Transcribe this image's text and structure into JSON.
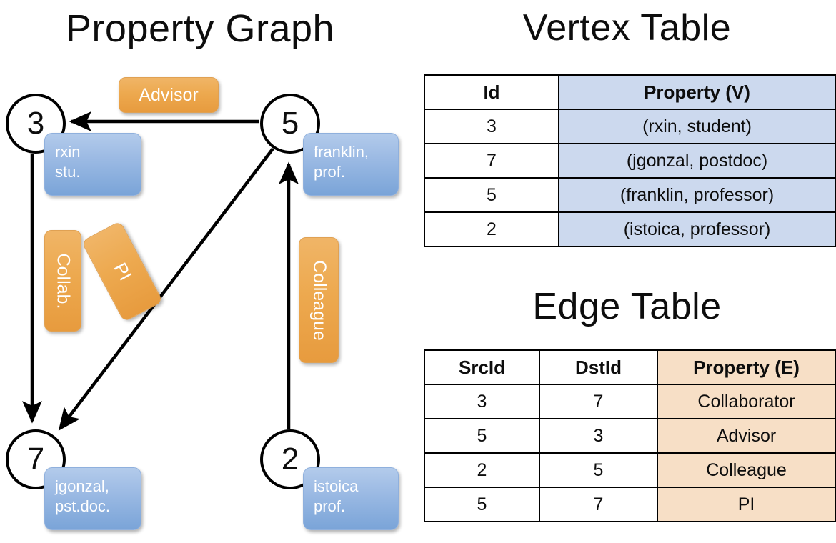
{
  "titles": {
    "property_graph": "Property Graph",
    "vertex_table": "Vertex Table",
    "edge_table": "Edge Table"
  },
  "graph": {
    "nodes": [
      {
        "id": "3",
        "label": "3",
        "property_lines": [
          "rxin",
          "stu."
        ]
      },
      {
        "id": "5",
        "label": "5",
        "property_lines": [
          "franklin,",
          "prof."
        ]
      },
      {
        "id": "7",
        "label": "7",
        "property_lines": [
          "jgonzal,",
          "pst.doc."
        ]
      },
      {
        "id": "2",
        "label": "2",
        "property_lines": [
          "istoica",
          "prof."
        ]
      }
    ],
    "node_properties": {
      "rxin": "rxin\nstu.",
      "rxin_line1": "rxin",
      "rxin_line2": "stu.",
      "franklin_line1": "franklin,",
      "franklin_line2": "prof.",
      "jgonzal_line1": "jgonzal,",
      "jgonzal_line2": "pst.doc.",
      "istoica_line1": "istoica",
      "istoica_line2": "prof."
    },
    "edge_labels": {
      "advisor": "Advisor",
      "collab": "Collab.",
      "pi": "PI",
      "colleague": "Colleague"
    },
    "edges": [
      {
        "from": "5",
        "to": "3",
        "label": "Advisor"
      },
      {
        "from": "3",
        "to": "7",
        "label": "Collab."
      },
      {
        "from": "5",
        "to": "7",
        "label": "PI"
      },
      {
        "from": "2",
        "to": "5",
        "label": "Colleague"
      }
    ]
  },
  "vertex_table": {
    "headers": [
      "Id",
      "Property (V)"
    ],
    "rows": [
      {
        "id": "3",
        "property": "(rxin, student)"
      },
      {
        "id": "7",
        "property": "(jgonzal, postdoc)"
      },
      {
        "id": "5",
        "property": "(franklin, professor)"
      },
      {
        "id": "2",
        "property": "(istoica, professor)"
      }
    ]
  },
  "edge_table": {
    "headers": [
      "SrcId",
      "DstId",
      "Property (E)"
    ],
    "rows": [
      {
        "src": "3",
        "dst": "7",
        "property": "Collaborator"
      },
      {
        "src": "5",
        "dst": "3",
        "property": "Advisor"
      },
      {
        "src": "2",
        "dst": "5",
        "property": "Colleague"
      },
      {
        "src": "5",
        "dst": "7",
        "property": "PI"
      }
    ]
  },
  "colors": {
    "vertex_property_fill": "#ccd9ee",
    "edge_property_fill": "#f7dfc6",
    "node_property_box": "#9dbbe4",
    "edge_label_box": "#eda94f",
    "background": "#ffffff",
    "stroke": "#000000"
  }
}
